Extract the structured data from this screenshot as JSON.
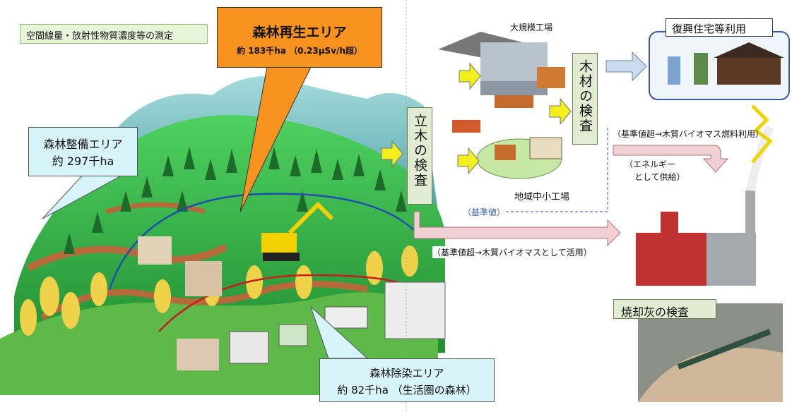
{
  "measure_label": "空間線量・放射性物質濃度等の測定",
  "regen_area": {
    "title": "森林再生エリア",
    "sub": "約 183千ha （0.23μSv/h超）"
  },
  "maint_area": {
    "title": "森林整備エリア",
    "sub": "約 297千ha"
  },
  "decon_area": {
    "title": "森林除染エリア",
    "sub": "約 82千ha （生活圏の森林）"
  },
  "standing_tree_inspection": "立木の検査",
  "timber_inspection": "木材の検査",
  "large_factory": "大規模工場",
  "small_factory": "地域中小工場",
  "reference_value": "（基準値）",
  "reconstruction_housing": "復興住宅等利用",
  "biomass_fuel": "（基準値超→木質バイオマス燃料利用）",
  "energy_supply": {
    "line1": "（エネルギー",
    "line2": "として供給）"
  },
  "biomass_use": "（基準値超→木質バイオマスとして活用）",
  "ash_inspection": "焼却灰の検査",
  "colors": {
    "regen_fill": "#f7931e",
    "maint_fill": "#d8f4fb",
    "decon_fill": "#d8f4fb",
    "measure_fill": "#e7f5d8",
    "inspection_fill": "#e2ecd2",
    "arrow_yellow": "#f3ef1c",
    "arrow_pink": "#f1cfd2",
    "arrow_blue": "#c9dcef"
  }
}
